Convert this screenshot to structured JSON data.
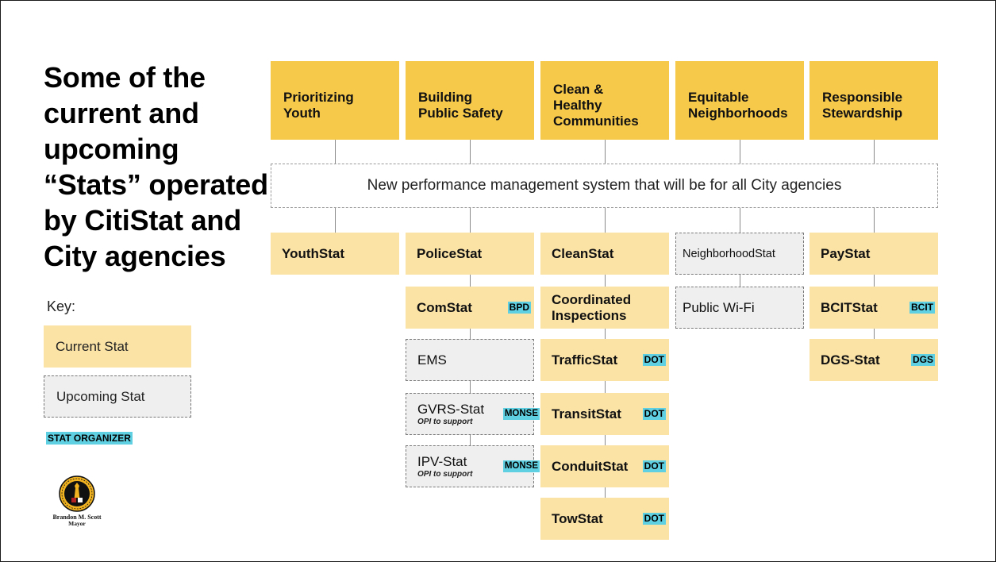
{
  "title_lines": [
    "Some of the",
    "current and",
    "upcoming",
    "“Stats” operated",
    "by CitiStat and",
    "City agencies"
  ],
  "key": {
    "label": "Key:",
    "current": "Current Stat",
    "upcoming": "Upcoming Stat",
    "organizer": "STAT ORGANIZER"
  },
  "logo": {
    "name": "Brandon M. Scott",
    "role": "Mayor",
    "colors": {
      "gold": "#f2b320",
      "black": "#111111",
      "red": "#b22222"
    }
  },
  "system": "New performance management system that will be for all City agencies",
  "colors": {
    "header": "#f6c94b",
    "current": "#fbe3a6",
    "upcoming": "#efefef",
    "organizer": "#5fd0e2"
  },
  "columns": [
    {
      "header": [
        "Prioritizing",
        "Youth"
      ],
      "stats": [
        {
          "name": "YouthStat",
          "status": "current"
        }
      ]
    },
    {
      "header": [
        "Building",
        "Public Safety"
      ],
      "stats": [
        {
          "name": "PoliceStat",
          "status": "current"
        },
        {
          "name": "ComStat",
          "status": "current",
          "organizer": "BPD"
        },
        {
          "name": "EMS",
          "status": "upcoming"
        },
        {
          "name": "GVRS-Stat",
          "status": "upcoming",
          "organizer": "MONSE",
          "note": "OPI to support"
        },
        {
          "name": "IPV-Stat",
          "status": "upcoming",
          "organizer": "MONSE",
          "note": "OPI to support"
        }
      ]
    },
    {
      "header": [
        "Clean &",
        "Healthy",
        "Communities"
      ],
      "stats": [
        {
          "name": "CleanStat",
          "status": "current"
        },
        {
          "name": "Coordinated Inspections",
          "status": "current"
        },
        {
          "name": "TrafficStat",
          "status": "current",
          "organizer": "DOT"
        },
        {
          "name": "TransitStat",
          "status": "current",
          "organizer": "DOT"
        },
        {
          "name": "ConduitStat",
          "status": "current",
          "organizer": "DOT"
        },
        {
          "name": "TowStat",
          "status": "current",
          "organizer": "DOT"
        }
      ]
    },
    {
      "header": [
        "Equitable",
        "Neighborhoods"
      ],
      "stats": [
        {
          "name": "NeighborhoodStat",
          "status": "upcoming"
        },
        {
          "name": "Public Wi-Fi",
          "status": "upcoming"
        }
      ]
    },
    {
      "header": [
        "Responsible",
        "Stewardship"
      ],
      "stats": [
        {
          "name": "PayStat",
          "status": "current"
        },
        {
          "name": "BCITStat",
          "status": "current",
          "organizer": "BCIT"
        },
        {
          "name": "DGS-Stat",
          "status": "current",
          "organizer": "DGS"
        }
      ]
    }
  ]
}
